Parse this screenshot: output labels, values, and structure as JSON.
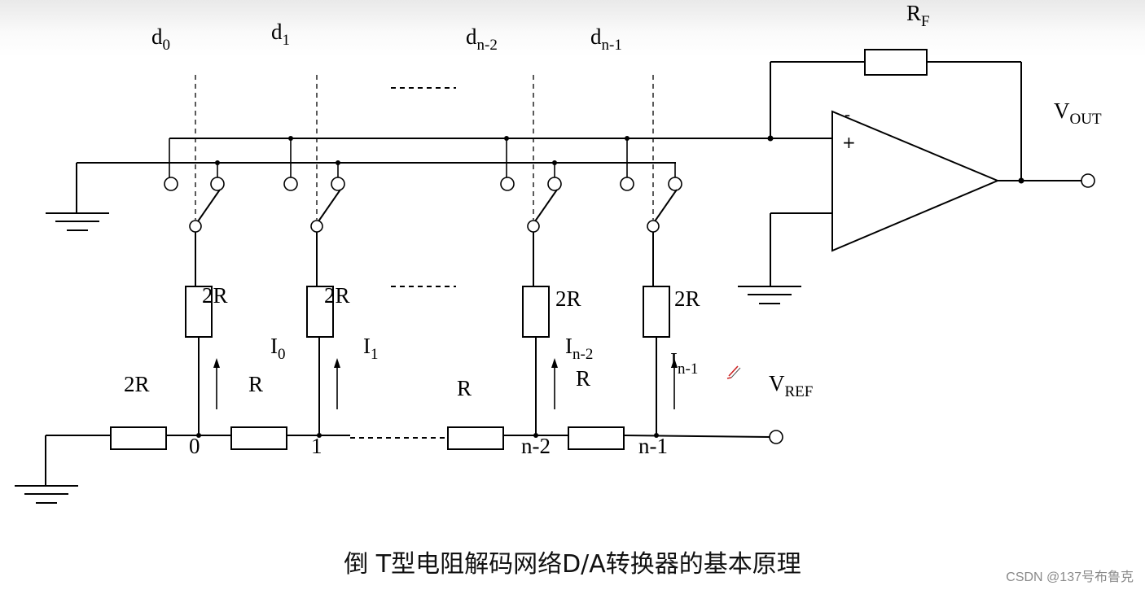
{
  "labels": {
    "rf": {
      "main": "R",
      "sub": "F"
    },
    "vout": {
      "main": "V",
      "sub": "OUT"
    },
    "vref": {
      "main": "V",
      "sub": "REF"
    },
    "d0": {
      "main": "d",
      "sub": "0"
    },
    "d1": {
      "main": "d",
      "sub": "1"
    },
    "dn2": {
      "main": "d",
      "sub": "n-2"
    },
    "dn1": {
      "main": "d",
      "sub": "n-1"
    },
    "i0": {
      "main": "I",
      "sub": "0"
    },
    "i1": {
      "main": "I",
      "sub": "1"
    },
    "in2": {
      "main": "I",
      "sub": "n-2"
    },
    "in1": {
      "main": "I",
      "sub": "n-1"
    },
    "r2_0": "2R",
    "r2_1": "2R",
    "r2_n2": "2R",
    "r2_n1": "2R",
    "r2_ground": "2R",
    "r_a": "R",
    "r_b": "R",
    "r_c": "R",
    "node0": "0",
    "node1": "1",
    "node_n2": "n-2",
    "node_n1": "n-1",
    "plus": "+",
    "minus": "-"
  },
  "caption": "倒 T型电阻解码网络D/A转换器的基本原理",
  "watermark": "CSDN @137号布鲁克",
  "colors": {
    "line": "#000000",
    "pencil": "#cc2222"
  }
}
